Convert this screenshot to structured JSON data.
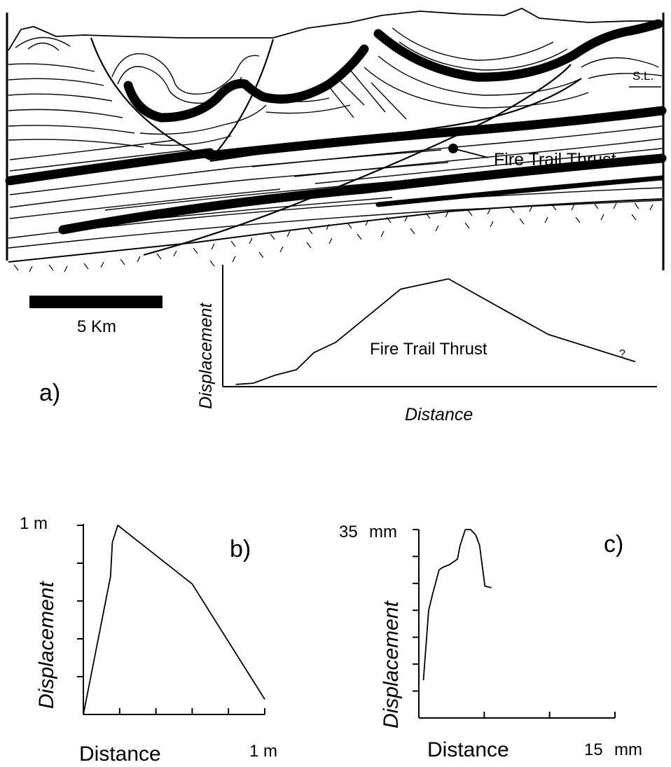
{
  "panel_a": {
    "letter": "a)",
    "sea_level_label": "S.L.",
    "thrust_label": "Fire Trail Thrust",
    "scale_label": "5 Km",
    "profile": {
      "ylabel": "Displacement",
      "xlabel": "Distance",
      "series_label": "Fire Trail Thrust",
      "end_mark": "?"
    }
  },
  "chart_data": [
    {
      "type": "line",
      "panel": "a",
      "xlabel": "Distance",
      "ylabel": "Displacement",
      "title": "",
      "series": [
        {
          "name": "Fire Trail Thrust",
          "x": [
            0.03,
            0.07,
            0.12,
            0.17,
            0.21,
            0.26,
            0.41,
            0.52,
            0.66,
            0.75,
            0.95
          ],
          "y": [
            0.02,
            0.03,
            0.1,
            0.15,
            0.3,
            0.39,
            0.86,
            0.95,
            0.65,
            0.46,
            0.22
          ]
        }
      ]
    },
    {
      "type": "line",
      "panel": "b",
      "xlabel": "Distance",
      "ylabel": "Displacement",
      "xmax_label": "1 m",
      "ymax_label": "1 m",
      "xlim": [
        0,
        1
      ],
      "ylim": [
        0,
        1
      ],
      "series": [
        {
          "x": [
            0.0,
            0.15,
            0.16,
            0.19,
            0.6,
            1.0
          ],
          "y": [
            0.0,
            0.73,
            0.91,
            1.0,
            0.69,
            0.08
          ]
        }
      ]
    },
    {
      "type": "line",
      "panel": "c",
      "xlabel": "Distance",
      "ylabel": "Displacement",
      "xmax_label": "15",
      "xunit_label": "mm",
      "ymax_label": "35",
      "yunit_label": "mm",
      "xlim": [
        0,
        15
      ],
      "ylim": [
        0,
        35
      ],
      "series": [
        {
          "x": [
            0.35,
            0.75,
            1.05,
            1.55,
            1.85,
            2.35,
            2.95,
            3.15,
            3.55,
            3.95,
            4.35,
            4.65,
            5.05,
            5.55
          ],
          "y": [
            7,
            20,
            23,
            27.5,
            28,
            28.5,
            29.5,
            32,
            35,
            35,
            34,
            32,
            24.5,
            24.2
          ]
        }
      ]
    }
  ],
  "panel_b": {
    "letter": "b)",
    "ymax_label": "1 m",
    "xmax_label": "1 m",
    "xlabel": "Distance",
    "ylabel": "Displacement"
  },
  "panel_c": {
    "letter": "c)",
    "ymax_label": "35",
    "yunit_label": "mm",
    "xmax_label": "15",
    "xunit_label": "mm",
    "xlabel": "Distance",
    "ylabel": "Displacement"
  }
}
